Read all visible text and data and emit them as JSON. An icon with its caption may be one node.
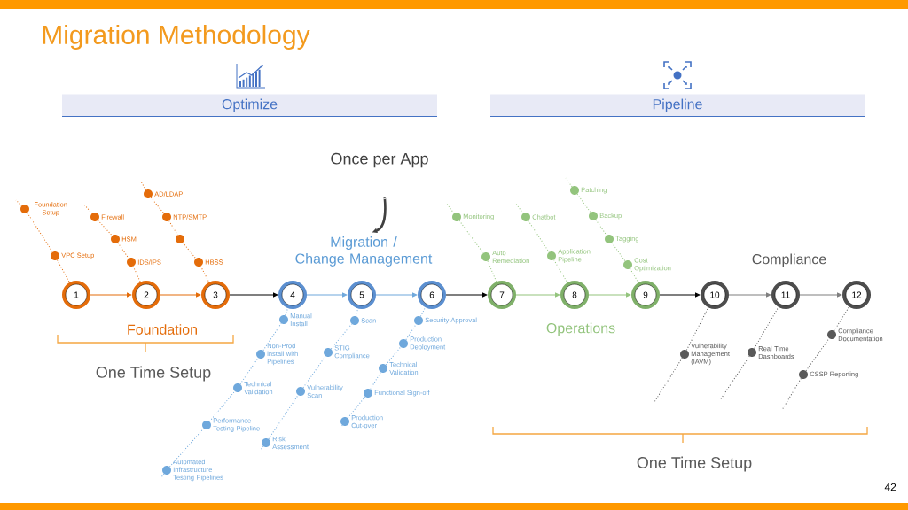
{
  "diagram": {
    "title": "Migration Methodology",
    "nodes": [
      {
        "text": [
          "Optimize"
        ]
      },
      {
        "text": [
          "Pipeline"
        ]
      },
      {
        "text": [
          "Once per App"
        ]
      },
      {
        "text": [
          "Migration / Change Management"
        ]
      },
      {
        "text": [
          "1"
        ]
      },
      {
        "text": [
          "2"
        ]
      },
      {
        "text": [
          "3"
        ]
      },
      {
        "text": [
          "4"
        ]
      },
      {
        "text": [
          "5"
        ]
      },
      {
        "text": [
          "6"
        ]
      },
      {
        "text": [
          "7"
        ]
      },
      {
        "text": [
          "8"
        ]
      },
      {
        "text": [
          "9"
        ]
      },
      {
        "text": [
          "10"
        ]
      },
      {
        "text": [
          "11"
        ]
      },
      {
        "text": [
          "12"
        ]
      },
      {
        "text": [
          "Foundation Setup"
        ]
      },
      {
        "text": [
          "VPC Setup"
        ]
      },
      {
        "text": [
          "Firewall"
        ]
      },
      {
        "text": [
          "HSM"
        ]
      },
      {
        "text": [
          "IDS/IPS"
        ]
      },
      {
        "text": [
          "AD/LDAP"
        ]
      },
      {
        "text": [
          "NTP/SMTP"
        ]
      },
      {
        "text": [],
        "shape": "circle"
      },
      {
        "text": [
          "HBSS"
        ]
      },
      {
        "text": [
          "Manual Install"
        ]
      },
      {
        "text": [
          "Non-Prod install with Pipelines"
        ]
      },
      {
        "text": [
          "Technical Validation"
        ]
      },
      {
        "text": [
          "Performance Testing Pipeline"
        ]
      },
      {
        "text": [
          "Automated Infrastructure Testing Pipelines"
        ]
      },
      {
        "text": [
          "Scan"
        ]
      },
      {
        "text": [
          "STIG Compliance"
        ]
      },
      {
        "text": [
          "Vulnerability Scan"
        ]
      },
      {
        "text": [
          "Risk Assessment"
        ]
      },
      {
        "text": [
          "Security Approval"
        ]
      },
      {
        "text": [
          "Production Deployment"
        ]
      },
      {
        "text": [
          "Technical Validation"
        ]
      },
      {
        "text": [
          "Functional Sign-off"
        ]
      },
      {
        "text": [
          "Production Cut-over"
        ]
      },
      {
        "text": [
          "Monitoring"
        ]
      },
      {
        "text": [
          "Auto Remediation"
        ]
      },
      {
        "text": [
          "Chatbot"
        ]
      },
      {
        "text": [
          "Application Pipeline"
        ]
      },
      {
        "text": [
          "Patching"
        ]
      },
      {
        "text": [
          "Backup"
        ]
      },
      {
        "text": [
          "Tagging"
        ]
      },
      {
        "text": [
          "Cost Optimization"
        ]
      },
      {
        "text": [
          "Vulnerability Management (IAVM)"
        ]
      },
      {
        "text": [
          "Real Time Dashboards"
        ]
      },
      {
        "text": [
          "Compliance Documentation"
        ]
      },
      {
        "text": [
          "CSSP Reporting"
        ]
      }
    ],
    "edges": [
      {
        "from": 4,
        "to": 5,
        "arrow": "to",
        "color": "#e46c0a"
      },
      {
        "from": 5,
        "to": 6,
        "arrow": "to",
        "color": "#e46c0a"
      },
      {
        "from": 6,
        "to": 7,
        "arrow": "to",
        "color": "#000000"
      },
      {
        "from": 7,
        "to": 8,
        "arrow": "to",
        "color": "#6fa8dc"
      },
      {
        "from": 8,
        "to": 9,
        "arrow": "to",
        "color": "#6fa8dc"
      },
      {
        "from": 9,
        "to": 10,
        "arrow": "to",
        "color": "#000000"
      },
      {
        "from": 10,
        "to": 11,
        "arrow": "to",
        "color": "#93c47d"
      },
      {
        "from": 11,
        "to": 12,
        "arrow": "to",
        "color": "#93c47d"
      },
      {
        "from": 12,
        "to": 13,
        "arrow": "to",
        "color": "#000000"
      },
      {
        "from": 13,
        "to": 14,
        "arrow": "to",
        "color": "#7f7f7f"
      },
      {
        "from": 14,
        "to": 15,
        "arrow": "to",
        "color": "#7f7f7f"
      },
      {
        "from": 2,
        "to": 3,
        "arrow": "to",
        "style": "thick",
        "color": "#404040"
      },
      {
        "from": 16,
        "to": 17,
        "arrow": "none",
        "style": "dashed",
        "color": "#e46c0a"
      },
      {
        "from": 17,
        "to": 4,
        "arrow": "none",
        "style": "dashed",
        "color": "#e46c0a"
      },
      {
        "from": 18,
        "to": 19,
        "arrow": "none",
        "style": "dashed",
        "color": "#e46c0a"
      },
      {
        "from": 19,
        "to": 20,
        "arrow": "none",
        "style": "dashed",
        "color": "#e46c0a"
      },
      {
        "from": 20,
        "to": 5,
        "arrow": "none",
        "style": "dashed",
        "color": "#e46c0a"
      },
      {
        "from": 21,
        "to": 22,
        "arrow": "none",
        "style": "dashed",
        "color": "#e46c0a"
      },
      {
        "from": 22,
        "to": 23,
        "arrow": "none",
        "style": "dashed",
        "color": "#e46c0a"
      },
      {
        "from": 23,
        "to": 24,
        "arrow": "none",
        "style": "dashed",
        "color": "#e46c0a"
      },
      {
        "from": 24,
        "to": 6,
        "arrow": "none",
        "style": "dashed",
        "color": "#e46c0a"
      },
      {
        "from": 29,
        "to": 28,
        "arrow": "none",
        "style": "dashed",
        "color": "#6fa8dc"
      },
      {
        "from": 28,
        "to": 27,
        "arrow": "none",
        "style": "dashed",
        "color": "#6fa8dc"
      },
      {
        "from": 27,
        "to": 26,
        "arrow": "none",
        "style": "dashed",
        "color": "#6fa8dc"
      },
      {
        "from": 26,
        "to": 25,
        "arrow": "none",
        "style": "dashed",
        "color": "#6fa8dc"
      },
      {
        "from": 25,
        "to": 7,
        "arrow": "none",
        "style": "dashed",
        "color": "#6fa8dc"
      },
      {
        "from": 33,
        "to": 32,
        "arrow": "none",
        "style": "dashed",
        "color": "#6fa8dc"
      },
      {
        "from": 32,
        "to": 31,
        "arrow": "none",
        "style": "dashed",
        "color": "#6fa8dc"
      },
      {
        "from": 31,
        "to": 30,
        "arrow": "none",
        "style": "dashed",
        "color": "#6fa8dc"
      },
      {
        "from": 30,
        "to": 8,
        "arrow": "none",
        "style": "dashed",
        "color": "#6fa8dc"
      },
      {
        "from": 38,
        "to": 37,
        "arrow": "none",
        "style": "dashed",
        "color": "#6fa8dc"
      },
      {
        "from": 37,
        "to": 36,
        "arrow": "none",
        "style": "dashed",
        "color": "#6fa8dc"
      },
      {
        "from": 36,
        "to": 35,
        "arrow": "none",
        "style": "dashed",
        "color": "#6fa8dc"
      },
      {
        "from": 35,
        "to": 34,
        "arrow": "none",
        "style": "dashed",
        "color": "#6fa8dc"
      },
      {
        "from": 34,
        "to": 9,
        "arrow": "none",
        "style": "dashed",
        "color": "#6fa8dc"
      },
      {
        "from": 39,
        "to": 40,
        "arrow": "none",
        "style": "dashed",
        "color": "#93c47d"
      },
      {
        "from": 40,
        "to": 10,
        "arrow": "none",
        "style": "dashed",
        "color": "#93c47d"
      },
      {
        "from": 41,
        "to": 42,
        "arrow": "none",
        "style": "dashed",
        "color": "#93c47d"
      },
      {
        "from": 42,
        "to": 11,
        "arrow": "none",
        "style": "dashed",
        "color": "#93c47d"
      },
      {
        "from": 43,
        "to": 44,
        "arrow": "none",
        "style": "dashed",
        "color": "#93c47d"
      },
      {
        "from": 44,
        "to": 45,
        "arrow": "none",
        "style": "dashed",
        "color": "#93c47d"
      },
      {
        "from": 45,
        "to": 46,
        "arrow": "none",
        "style": "dashed",
        "color": "#93c47d"
      },
      {
        "from": 46,
        "to": 12,
        "arrow": "none",
        "style": "dashed",
        "color": "#93c47d"
      },
      {
        "from": 47,
        "to": 13,
        "arrow": "none",
        "style": "dashed",
        "color": "#595959"
      },
      {
        "from": 48,
        "to": 14,
        "arrow": "none",
        "style": "dashed",
        "color": "#595959"
      },
      {
        "from": 50,
        "to": 49,
        "arrow": "none",
        "style": "dashed",
        "color": "#595959"
      },
      {
        "from": 49,
        "to": 15,
        "arrow": "none",
        "style": "dashed",
        "color": "#595959"
      }
    ],
    "labels": [
      "Compliance",
      "Foundation",
      "Operations",
      "One Time Setup",
      "One Time Setup",
      "42"
    ]
  }
}
